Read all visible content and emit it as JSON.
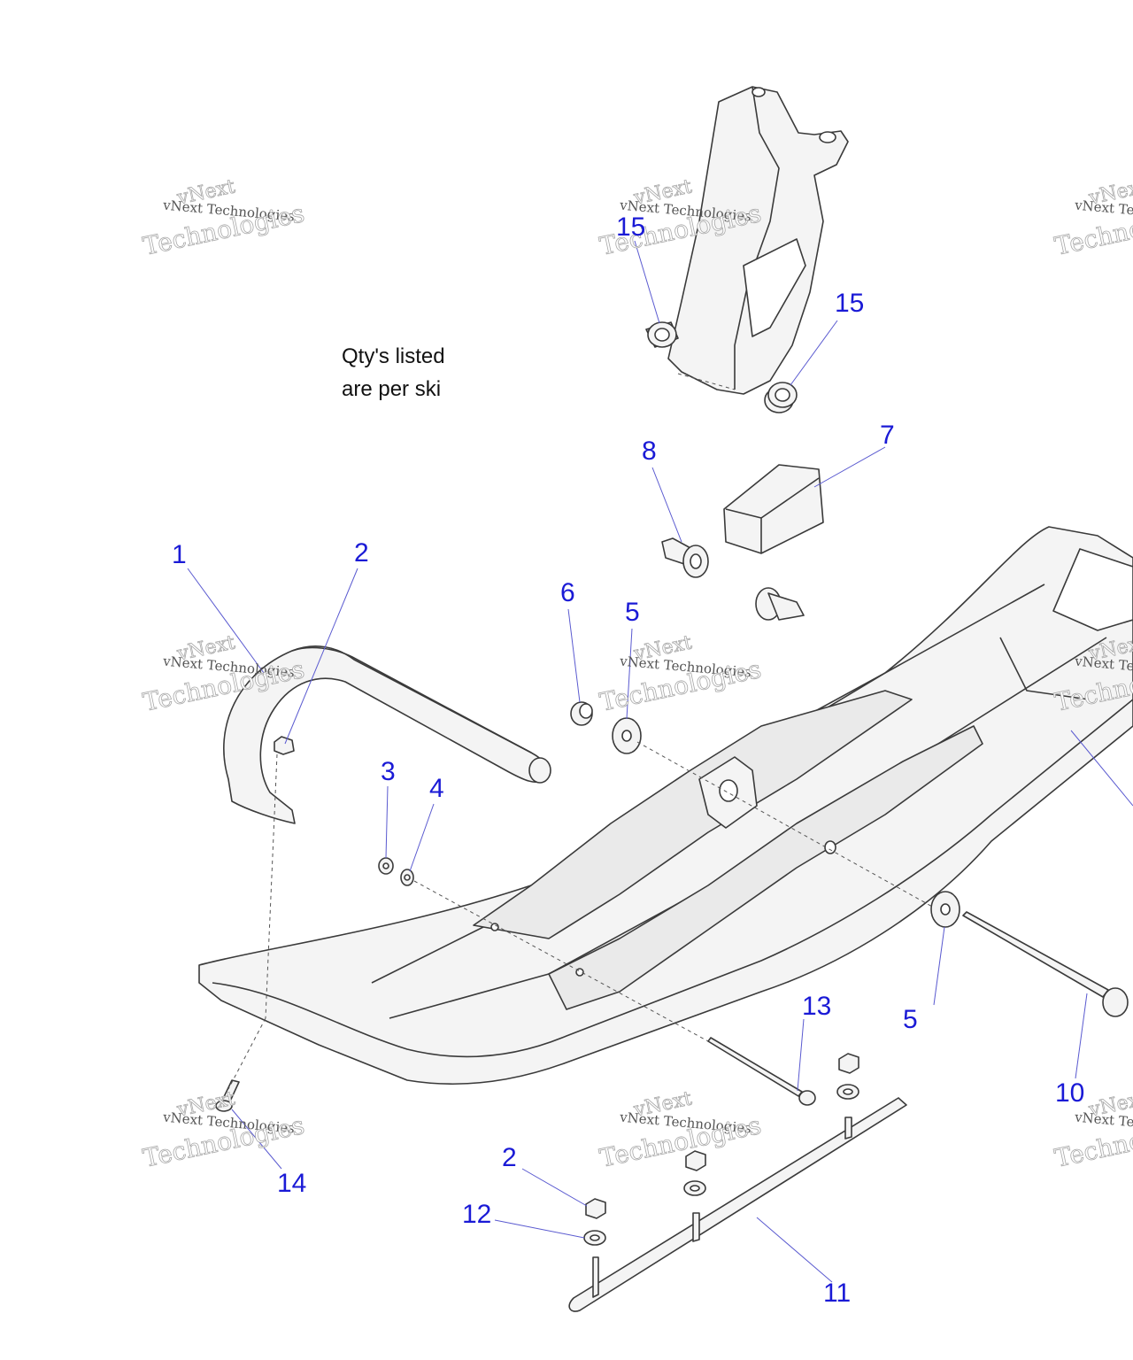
{
  "note": {
    "line1": "Qty's listed",
    "line2": "are per ski"
  },
  "watermark": {
    "word1": "vNext",
    "line": "vNext Technologies",
    "word2": "Technologies"
  },
  "callouts": {
    "c1": "1",
    "c2": "2",
    "c2b": "2",
    "c3": "3",
    "c4": "4",
    "c5": "5",
    "c5b": "5",
    "c6": "6",
    "c7": "7",
    "c8": "8",
    "c10": "10",
    "c11": "11",
    "c12": "12",
    "c13": "13",
    "c14": "14",
    "c15": "15",
    "c15b": "15"
  },
  "colors": {
    "callout": "#1a1ad6",
    "leader": "#5a5ad0",
    "line_art": "#3a3a3a",
    "part_fill": "#f4f4f4"
  }
}
